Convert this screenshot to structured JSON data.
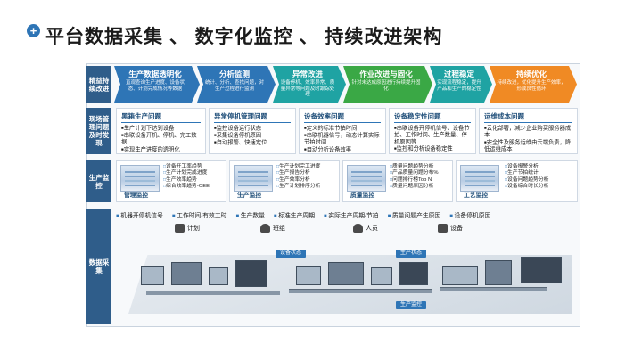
{
  "header": {
    "icon": "plus-icon",
    "title": "平台数据采集 、 数字化监控 、 持续改进架构"
  },
  "rows": {
    "row1_label": "精益持续改进",
    "row2_label": "现场管理问题及时发现",
    "row3_label": "生产监控",
    "row4_label": "数据采集"
  },
  "colors": {
    "blue": "#2e75b6",
    "teal": "#1fa3a3",
    "green": "#3aa845",
    "orange": "#f08a24",
    "label_bg": "#2f5d8a"
  },
  "stages": [
    {
      "title": "生产数据透明化",
      "desc": "直观查询生产进度、设备状态、计划完成情况等数据",
      "color": "#2e75b6"
    },
    {
      "title": "分析监测",
      "desc": "统计、分析、查找问题，对生产过程进行监测",
      "color": "#2e75b6"
    },
    {
      "title": "异常改进",
      "desc": "设备停机、效率异常、质量异常等问题及时跟踪处理",
      "color": "#1fa3a3"
    },
    {
      "title": "作业改进与固化",
      "desc": "针对未达成原因进行持续提升固化",
      "color": "#3aa845"
    },
    {
      "title": "过程稳定",
      "desc": "实现流程稳定，提升产品和生产的稳定性",
      "color": "#1fa3a3"
    },
    {
      "title": "持续优化",
      "desc": "持续改进，优化提升生产效率，形成良性循环",
      "color": "#f08a24"
    }
  ],
  "problems": [
    {
      "title": "黑箱生产问题",
      "items": [
        "生产计划下达到设备",
        "串联设备开机、停机、完工数据",
        "实现生产进度的透明化"
      ]
    },
    {
      "title": "异常停机管理问题",
      "items": [
        "监控设备运行状态",
        "采集设备停机原因",
        "自动报警、快速定位"
      ]
    },
    {
      "title": "设备效率问题",
      "items": [
        "定义的标准节拍时间",
        "串联机器信号，动态计算实际节拍时间",
        "自动分析设备效率"
      ]
    },
    {
      "title": "设备稳定性问题",
      "items": [
        "串联设备开停机信号、设备节拍、工作时间、生产数量、停机原因等",
        "监控和分析设备稳定性"
      ]
    },
    {
      "title": "运维成本问题",
      "items": [
        "云化部署，减少企业购买服务器成本",
        "安全性及服务运维由云端负责，降低运维成本"
      ]
    }
  ],
  "monitors": [
    {
      "label": "管理监控",
      "items": [
        "设备开工率趋势",
        "生产计划完成进度",
        "生产效率趋势",
        "综合效率趋势-OEE"
      ]
    },
    {
      "label": "生产监控",
      "items": [
        "生产计划完工进度",
        "生产报告分析",
        "生产效率分析",
        "生产计划排序分析"
      ]
    },
    {
      "label": "质量监控",
      "items": [
        "质量问题趋势分析",
        "产品质量问题分布%",
        "问题排行榜Top N",
        "质量问题原因分析"
      ]
    },
    {
      "label": "工艺监控",
      "items": [
        "设备报警分析",
        "生产节拍统计",
        "设备问题趋势分析",
        "设备综合时长分析"
      ]
    }
  ],
  "collection": {
    "signals": [
      "机器开停机信号",
      "工作时间/有效工时",
      "生产数量",
      "标准生产周期",
      "实际生产周期/节拍",
      "质量问题产生原因",
      "设备停机原因"
    ],
    "categories": [
      {
        "icon": "calendar-icon",
        "label": "计划"
      },
      {
        "icon": "team-icon",
        "label": "班组"
      },
      {
        "icon": "people-icon",
        "label": "人员"
      },
      {
        "icon": "equipment-icon",
        "label": "设备"
      }
    ],
    "zones": [
      "设备状态",
      "生产状态",
      "生产监控"
    ]
  }
}
